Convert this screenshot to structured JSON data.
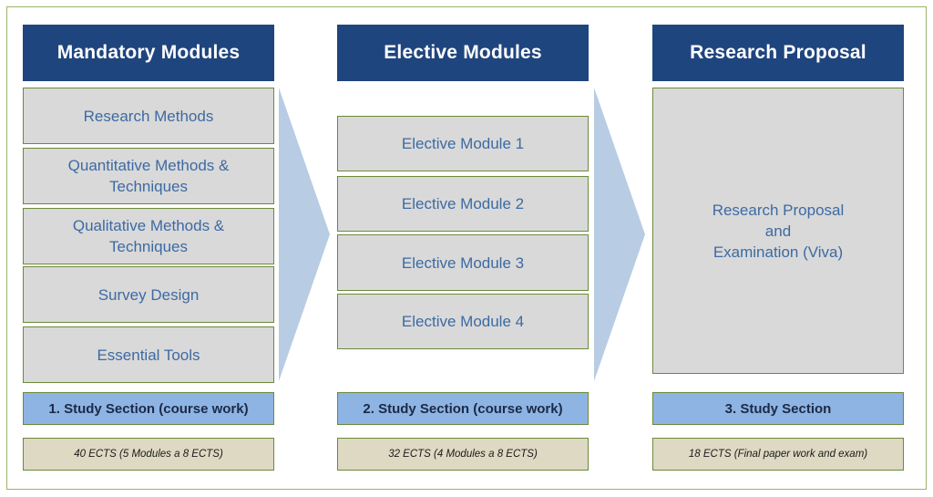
{
  "columns": [
    {
      "header": "Mandatory Modules",
      "modules": [
        "Research Methods",
        "Quantitative Methods &\nTechniques",
        "Qualitative Methods &\nTechniques",
        "Survey Design",
        "Essential Tools"
      ],
      "section": "1. Study Section (course work)",
      "ects": "40 ECTS (5 Modules a 8 ECTS)"
    },
    {
      "header": "Elective Modules",
      "modules": [
        "Elective Module 1",
        "Elective Module 2",
        "Elective Module 3",
        "Elective Module 4"
      ],
      "section": "2. Study Section (course work)",
      "ects": "32 ECTS (4 Modules a 8 ECTS)"
    },
    {
      "header": "Research Proposal",
      "modules": [
        "Research Proposal\nand\nExamination (Viva)"
      ],
      "section": "3. Study Section",
      "ects": "18 ECTS (Final paper work and exam)"
    }
  ],
  "colors": {
    "header_bg": "#1f457e",
    "module_bg": "#d9d9d9",
    "module_text": "#3d6aa3",
    "section_bg": "#8eb4e3",
    "ects_bg": "#ddd9c3",
    "border": "#6c8a3a",
    "arrow": "#b8cce4"
  }
}
